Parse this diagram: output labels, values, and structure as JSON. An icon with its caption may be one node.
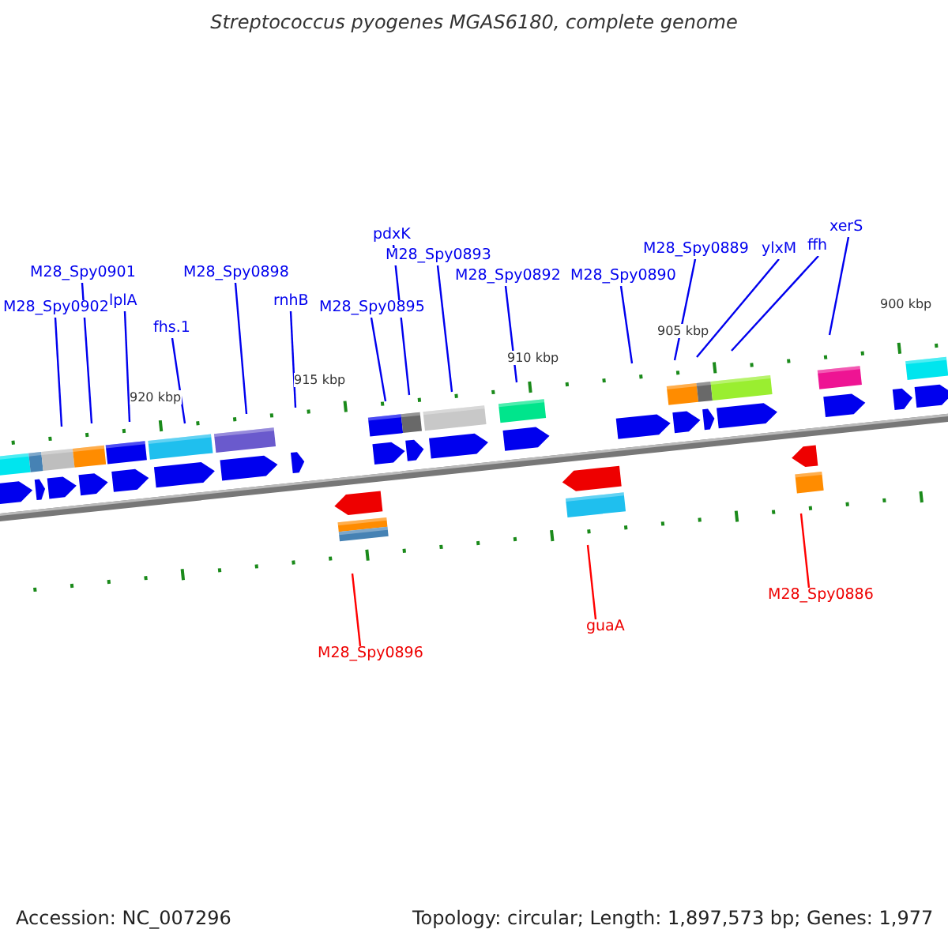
{
  "diagram": {
    "title": "Streptococcus pyogenes MGAS6180, complete genome",
    "nodes": [
      {
        "text": [
          "xerS"
        ]
      },
      {
        "text": [
          "pdxK"
        ]
      },
      {
        "text": [
          "M28_Spy0893"
        ]
      },
      {
        "text": [
          "ffh"
        ]
      },
      {
        "text": [
          "ylxM"
        ]
      },
      {
        "text": [
          "M28_Spy0889"
        ]
      },
      {
        "text": [
          "M28_Spy0901"
        ]
      },
      {
        "text": [
          "M28_Spy0898"
        ]
      },
      {
        "text": [
          "M28_Spy0892"
        ]
      },
      {
        "text": [
          "M28_Spy0890"
        ]
      },
      {
        "text": [
          "lplA"
        ]
      },
      {
        "text": [
          "rnhB"
        ]
      },
      {
        "text": [
          "M28_Spy0902"
        ]
      },
      {
        "text": [
          "M28_Spy0895"
        ]
      },
      {
        "text": [
          "fhs.1"
        ]
      },
      {
        "text": [
          "M28_Spy0886"
        ]
      },
      {
        "text": [
          "guaA"
        ]
      },
      {
        "text": [
          "M28_Spy0896"
        ]
      }
    ],
    "edges": [
      {
        "from": 0,
        "to": null,
        "arrow": "none"
      },
      {
        "from": 1,
        "to": null,
        "arrow": "none"
      },
      {
        "from": 2,
        "to": null,
        "arrow": "none"
      },
      {
        "from": 3,
        "to": null,
        "arrow": "none"
      },
      {
        "from": 4,
        "to": null,
        "arrow": "none"
      },
      {
        "from": 5,
        "to": null,
        "arrow": "none"
      },
      {
        "from": 6,
        "to": null,
        "arrow": "none"
      },
      {
        "from": 7,
        "to": null,
        "arrow": "none"
      },
      {
        "from": 8,
        "to": null,
        "arrow": "none"
      },
      {
        "from": 9,
        "to": null,
        "arrow": "none"
      },
      {
        "from": 10,
        "to": null,
        "arrow": "none"
      },
      {
        "from": 11,
        "to": null,
        "arrow": "none"
      },
      {
        "from": 12,
        "to": null,
        "arrow": "none"
      },
      {
        "from": 13,
        "to": null,
        "arrow": "none"
      },
      {
        "from": 14,
        "to": null,
        "arrow": "none"
      },
      {
        "from": 15,
        "to": null,
        "arrow": "none",
        "color": "#ff0000"
      },
      {
        "from": 16,
        "to": null,
        "arrow": "none",
        "color": "#ff0000"
      },
      {
        "from": 17,
        "to": null,
        "arrow": "none",
        "color": "#ff0000"
      }
    ],
    "labels": [
      "900 kbp",
      "905 kbp",
      "910 kbp",
      "915 kbp",
      "920 kbp",
      "Accession: NC_007296",
      "Topology: circular; Length: 1,897,573 bp; Genes: 1,977"
    ]
  }
}
